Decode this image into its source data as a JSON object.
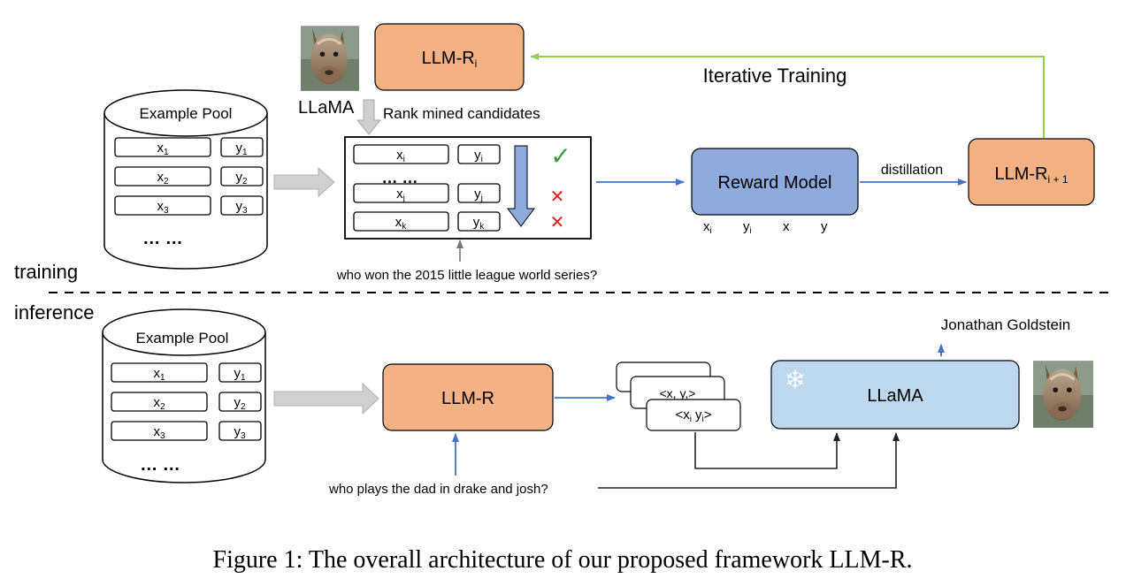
{
  "training": {
    "section_label": "training",
    "pool_title": "Example Pool",
    "pool_rows": [
      {
        "x": "x",
        "xs": "1",
        "y": "y",
        "ys": "1"
      },
      {
        "x": "x",
        "xs": "2",
        "y": "y",
        "ys": "2"
      },
      {
        "x": "x",
        "xs": "3",
        "y": "y",
        "ys": "3"
      }
    ],
    "pool_ellipsis": "… …",
    "llama_label": "LLaMA",
    "rank_label": "Rank mined candidates",
    "llmr_i_main": "LLM-R",
    "llmr_i_sub": "i",
    "iterative_label": "Iterative Training",
    "candidate_rows": [
      {
        "x": "x",
        "xs": "i",
        "y": "y",
        "ys": "i"
      },
      {
        "x": "x",
        "xs": "j",
        "y": "y",
        "ys": "j"
      },
      {
        "x": "x",
        "xs": "k",
        "y": "y",
        "ys": "k"
      }
    ],
    "candidate_ellipsis": "… …",
    "check_mark": "✓",
    "cross_mark": "✕",
    "query": "who won the 2015 little league world series?",
    "reward_model": "Reward Model",
    "reward_inputs": [
      {
        "t": "x",
        "s": "i"
      },
      {
        "t": "y",
        "s": "i"
      },
      {
        "t": "x",
        "s": ""
      },
      {
        "t": "y",
        "s": ""
      }
    ],
    "distillation": "distillation",
    "llmr_next_main": "LLM-R",
    "llmr_next_sub": "i + 1"
  },
  "inference": {
    "section_label": "inference",
    "pool_title": "Example Pool",
    "pool_rows": [
      {
        "x": "x",
        "xs": "1",
        "y": "y",
        "ys": "1"
      },
      {
        "x": "x",
        "xs": "2",
        "y": "y",
        "ys": "2"
      },
      {
        "x": "x",
        "xs": "3",
        "y": "y",
        "ys": "3"
      }
    ],
    "pool_ellipsis": "… …",
    "llmr": "LLM-R",
    "demo_mid": "<x, y,>",
    "demo_front": "<x",
    "demo_front_sub1": "i",
    "demo_front_y": "y",
    "demo_front_sub2": "i",
    "demo_front_end": ">",
    "llama": "LLaMA",
    "snowflake": "❄",
    "output": "Jonathan Goldstein",
    "query": "who plays the dad in drake and josh?"
  },
  "caption": "Figure 1: The overall architecture of our proposed framework LLM-R.",
  "colors": {
    "orange_box": "#f4b183",
    "blue_box": "#8faadc",
    "light_blue_box": "#bdd7ee",
    "arrow_blue": "#4472c4",
    "arrow_green": "#92d050",
    "check_green": "#3a9a3a",
    "cross_red": "#e02020",
    "gray_arrow": "#bfbfbf"
  }
}
